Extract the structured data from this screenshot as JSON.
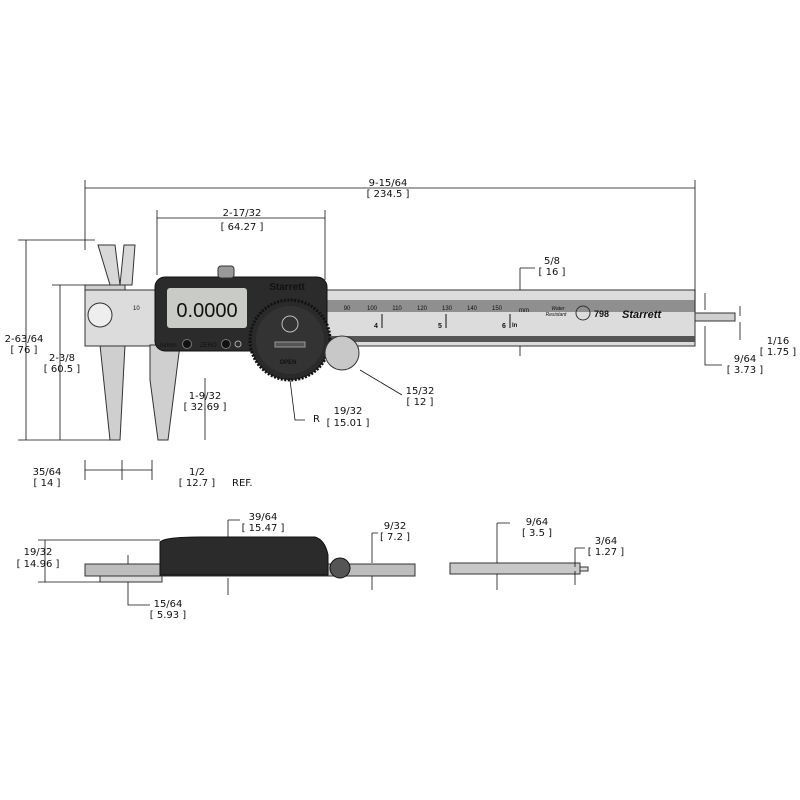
{
  "caliper": {
    "display": "0.0000",
    "brand": "Starrett",
    "btn_inmm": "In/mm",
    "btn_zero": "ZERO",
    "open_label": "OPEN",
    "scale_mm_start": "10",
    "scale_mm": [
      "90",
      "100",
      "110",
      "120",
      "130",
      "140",
      "150"
    ],
    "mm_unit": "mm",
    "scale_in": [
      "4",
      "5",
      "6"
    ],
    "in_unit": "In",
    "water_resistant_1": "Water",
    "water_resistant_2": "Resistant",
    "model": "798",
    "beam_brand": "Starrett",
    "colors": {
      "body": "#2b2b2b",
      "beam": "#d6d6d6",
      "lcd": "#c9cbc6"
    }
  },
  "dimensions": {
    "overall_length": {
      "in": "9-15/64",
      "mm": "[ 234.5 ]"
    },
    "body_width": {
      "in": "2-17/32",
      "mm": "[ 64.27 ]"
    },
    "beam_width": {
      "in": "5/8",
      "mm": "[ 16 ]"
    },
    "overall_height": {
      "in": "2-63/64",
      "mm": "[ 76 ]"
    },
    "jaw_depth": {
      "in": "2-3/8",
      "mm": "[ 60.5 ]"
    },
    "body_to_tip": {
      "in": "1-9/32",
      "mm": "[ 32.69 ]"
    },
    "radius_prefix": "R",
    "radius": {
      "in": "19/32",
      "mm": "[ 15.01 ]"
    },
    "thumbwheel": {
      "in": "15/32",
      "mm": "[ 12 ]"
    },
    "depth_rod": {
      "in": "1/16",
      "mm": "[ 1.75 ]"
    },
    "rod_offset": {
      "in": "9/64",
      "mm": "[ 3.73 ]"
    },
    "jaw_width": {
      "in": "35/64",
      "mm": "[ 14 ]"
    },
    "ref_width": {
      "in": "1/2",
      "mm": "[ 12.7 ]",
      "note": "REF."
    },
    "side_body_thickness": {
      "in": "39/64",
      "mm": "[ 15.47 ]"
    },
    "side_wheel": {
      "in": "9/32",
      "mm": "[ 7.2 ]"
    },
    "side_overall": {
      "in": "19/32",
      "mm": "[ 14.96 ]"
    },
    "side_jaw": {
      "in": "15/64",
      "mm": "[ 5.93 ]"
    },
    "beam_thickness": {
      "in": "9/64",
      "mm": "[ 3.5 ]"
    },
    "rod_thickness": {
      "in": "3/64",
      "mm": "[ 1.27 ]"
    }
  }
}
